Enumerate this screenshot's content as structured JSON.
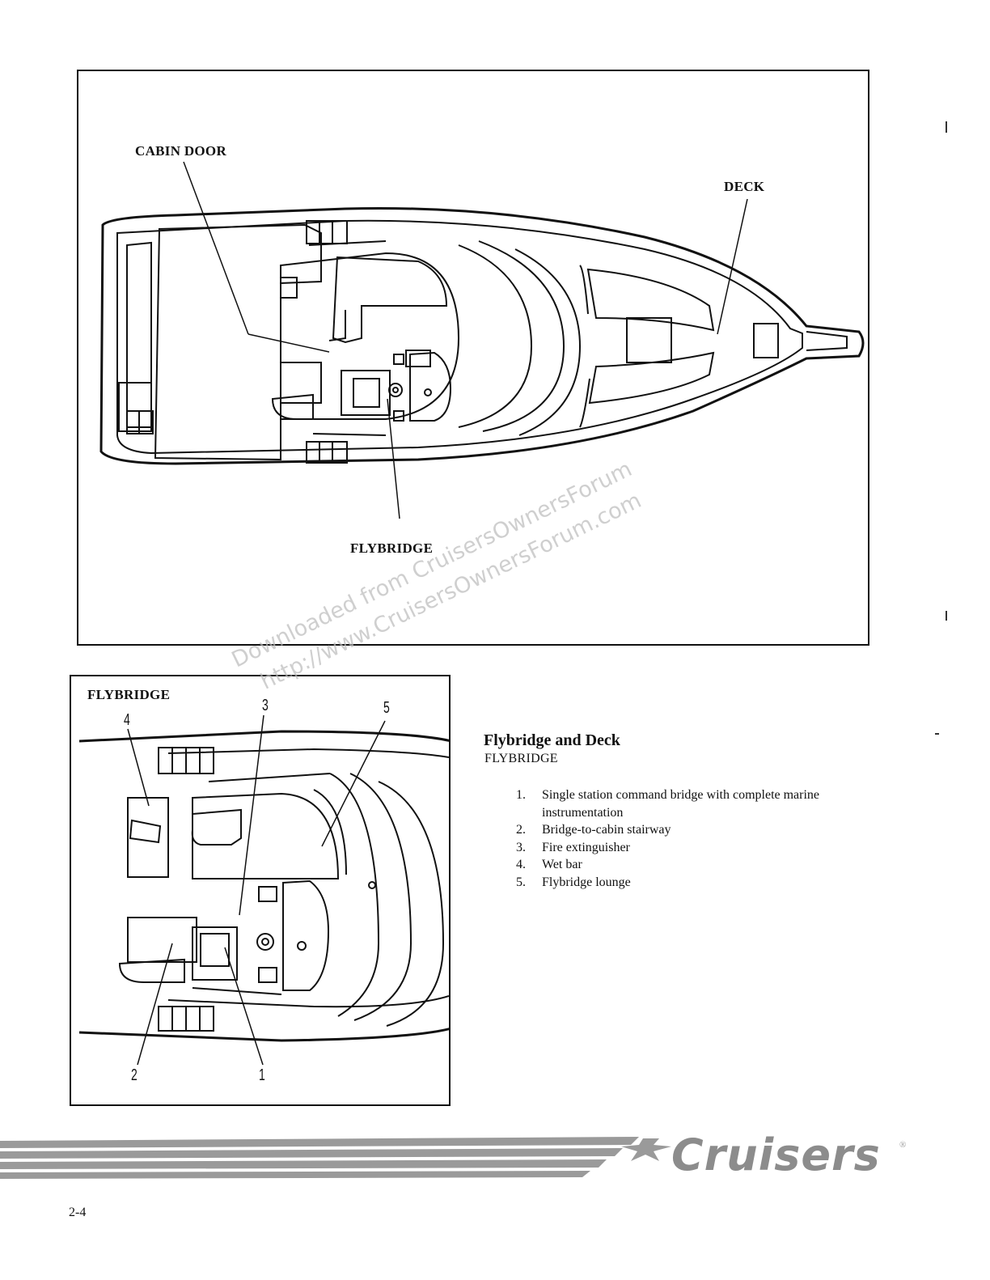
{
  "figure1": {
    "labels": {
      "cabin_door": "CABIN DOOR",
      "deck": "DECK",
      "flybridge": "FLYBRIDGE"
    }
  },
  "figure2": {
    "title": "FLYBRIDGE",
    "callouts": [
      "1",
      "2",
      "3",
      "4",
      "5"
    ]
  },
  "section": {
    "heading": "Flybridge and Deck",
    "subheading": "FLYBRIDGE",
    "items": [
      {
        "n": "1.",
        "text": "Single station command bridge with complete marine instrumentation"
      },
      {
        "n": "2.",
        "text": "Bridge-to-cabin stairway"
      },
      {
        "n": "3.",
        "text": "Fire extinguisher"
      },
      {
        "n": "4.",
        "text": "Wet bar"
      },
      {
        "n": "5.",
        "text": "Flybridge lounge"
      }
    ]
  },
  "watermark": {
    "line1": "Downloaded from CruisersOwnersForum",
    "line2": "http://www.CruisersOwnersForum.com"
  },
  "footer": {
    "brand": "Cruisers",
    "registered": "®",
    "page_number": "2-4"
  }
}
